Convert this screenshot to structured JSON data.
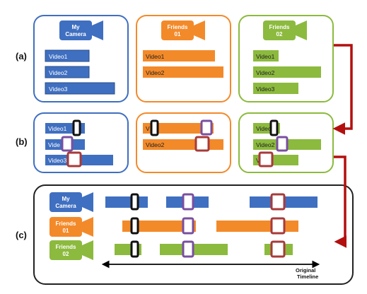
{
  "row_labels": [
    "(a)",
    "(b)",
    "(c)"
  ],
  "sources": [
    {
      "name_line1": "My",
      "name_line2": "Camera",
      "color": "#3f6fc0"
    },
    {
      "name_line1": "Friends",
      "name_line2": "01",
      "color": "#f38a2a"
    },
    {
      "name_line1": "Friends",
      "name_line2": "02",
      "color": "#8cba3e"
    }
  ],
  "videos": [
    "Video1",
    "Video2",
    "Video3"
  ],
  "row_b_labels": {
    "my_camera": [
      "Video1",
      "Vide",
      "Video3"
    ],
    "friends01": [
      "V  o1",
      "Video2"
    ],
    "friends02": [
      "Video1",
      "Video2",
      "V"
    ]
  },
  "colors": {
    "blue": "#3f6fc0",
    "orange": "#f38a2a",
    "green": "#8cba3e",
    "marker_black": "#111111",
    "marker_purple": "#7a4fa0",
    "marker_red": "#a83a3a",
    "arrow_red": "#b30f0f",
    "panel_c_border": "#222222"
  },
  "timeline": {
    "label_line1": "Original",
    "label_line2": "Timeline"
  }
}
